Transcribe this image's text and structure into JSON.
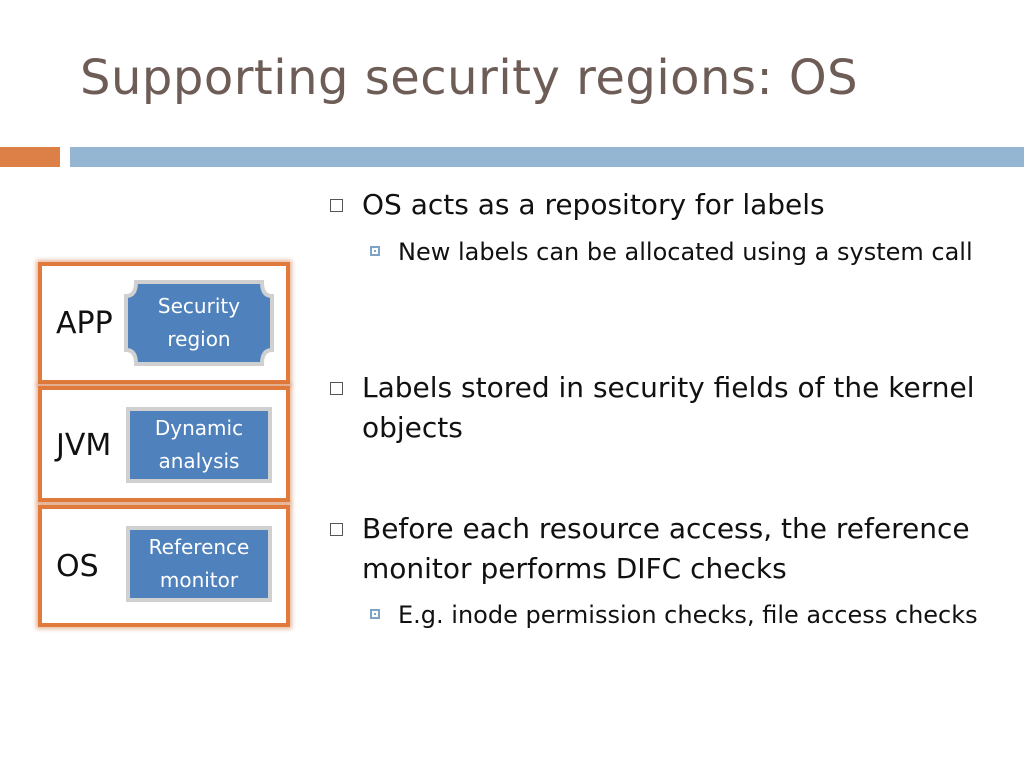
{
  "slide": {
    "title": "Supporting security regions: OS"
  },
  "diagram": {
    "layers": [
      {
        "label": "APP",
        "box_lines": [
          "Security",
          "region"
        ]
      },
      {
        "label": "JVM",
        "box_lines": [
          "Dynamic",
          "analysis"
        ]
      },
      {
        "label": "OS",
        "box_lines": [
          "Reference",
          "monitor"
        ]
      }
    ],
    "colors": {
      "layer_border": "#e07b3d",
      "box_fill": "#4f81bd"
    }
  },
  "bullets": [
    {
      "text": "OS acts as a repository for labels",
      "sub": [
        "New labels can be allocated using a system call"
      ]
    },
    {
      "text": "Labels stored in security fields of the kernel objects",
      "sub": []
    },
    {
      "text": "Before each resource access, the reference monitor performs DIFC checks",
      "sub": [
        "E.g. inode permission checks, file access checks"
      ]
    }
  ]
}
